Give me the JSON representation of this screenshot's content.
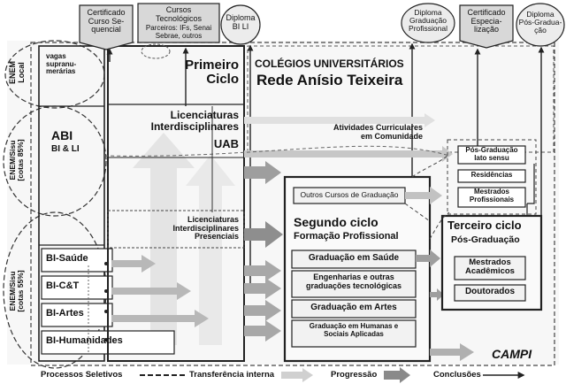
{
  "top_certificates": {
    "cert_seq": "Certificado\nCurso Se-\nquencial",
    "cursos_tec_title": "Cursos\nTecnológicos",
    "cursos_tec_partners": "Parceiros: IFs, Senai\nSebrae, outros",
    "diploma_bi_li": "Diploma\nBI LI",
    "diploma_grad": "Diploma\nGraduação\nProfissional",
    "cert_esp": "Certificado\nEspecia-\nlização",
    "diploma_pos": "Diploma\nPós-Gradua-\nção"
  },
  "side_labels": {
    "enem_local": "ENEM\nLocal",
    "enem_sisu_85": "ENEM/Sisu\n[cotas 85%]",
    "enem_sisu_55": "ENEM/Sisu\n[cotas 55%]"
  },
  "left_column": {
    "vagas": "vagas\nsupranu-\nmerárias",
    "abi_title": "ABI",
    "abi_sub": "BI & LI",
    "bi_items": [
      "BI-Saúde",
      "BI-C&T",
      "BI-Artes",
      "BI-Humanidades"
    ]
  },
  "primeiro_ciclo": "Primeiro\nCiclo",
  "colegios": "COLÉGIOS UNIVERSITÁRIOS",
  "rede": "Rede Anísio Teixeira",
  "licenciaturas_uab": "Licenciaturas\nInterdisciplinares",
  "uab": "UAB",
  "atividades": "Atividades Curriculares\nem Comunidade",
  "licenciaturas_presenciais": "Licenciaturas\nInterdisciplinares\nPresenciais",
  "outros_cursos": "Outros Cursos de Graduação",
  "segundo_ciclo": {
    "title": "Segundo ciclo",
    "subtitle": "Formação Profissional",
    "items": [
      "Graduação em Saúde",
      "Engenharias e outras\ngraduações tecnológicas",
      "Graduação em Artes",
      "Graduação em Humanas e\nSociais Aplicadas"
    ]
  },
  "pos_boxes": [
    "Pós-Graduação\nlato sensu",
    "Residências",
    "Mestrados\nProfissionais"
  ],
  "terceiro_ciclo": {
    "title": "Terceiro ciclo",
    "subtitle": "Pós-Graduação",
    "items": [
      "Mestrados\nAcadêmicos",
      "Doutorados"
    ]
  },
  "campi": "CAMPI",
  "legend": {
    "processos": "Processos Seletivos",
    "transferencia": "Transferência interna",
    "progressao": "Progressão",
    "conclusoes": "Conclusões"
  },
  "colors": {
    "arrow_gray": "#a9a9a9",
    "arrow_light": "#d6d6d6",
    "box_fill": "#f3f3f3",
    "stroke": "#222222"
  }
}
